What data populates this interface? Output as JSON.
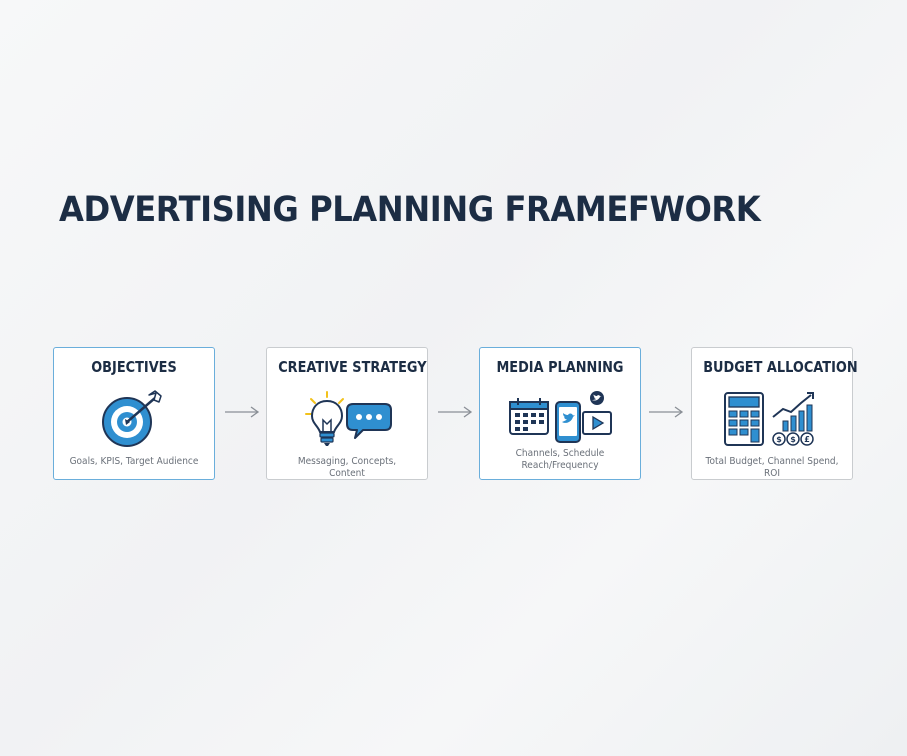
{
  "title": "ADVERTISING PLANNING FRAMEFWORK",
  "colors": {
    "title": "#1c2d44",
    "accent_blue": "#2f8fd0",
    "dark_navy": "#1f3556",
    "bulb_yellow": "#f2c21b",
    "accent_border": "#6aaedb",
    "plain_border": "#c9cccf"
  },
  "steps": [
    {
      "title": "OBJECTIVES",
      "icon": "target-with-arrow-icon",
      "description": "Goals, KPIS, Target Audience",
      "highlighted": true
    },
    {
      "title": "CREATIVE STRATEGY",
      "icon": "lightbulb-and-speech-bubble-icon",
      "description": "Messaging, Concepts, Content",
      "highlighted": false
    },
    {
      "title": "MEDIA PLANNING",
      "icon": "calendar-phone-social-icon",
      "description_line1": "Channels, Schedule",
      "description_line2": "Reach/Frequency",
      "highlighted": true
    },
    {
      "title": "BUDGET ALLOCATION",
      "icon": "calculator-growth-chart-icon",
      "description": "Total Budget, Channel Spend, ROI",
      "highlighted": false
    }
  ]
}
